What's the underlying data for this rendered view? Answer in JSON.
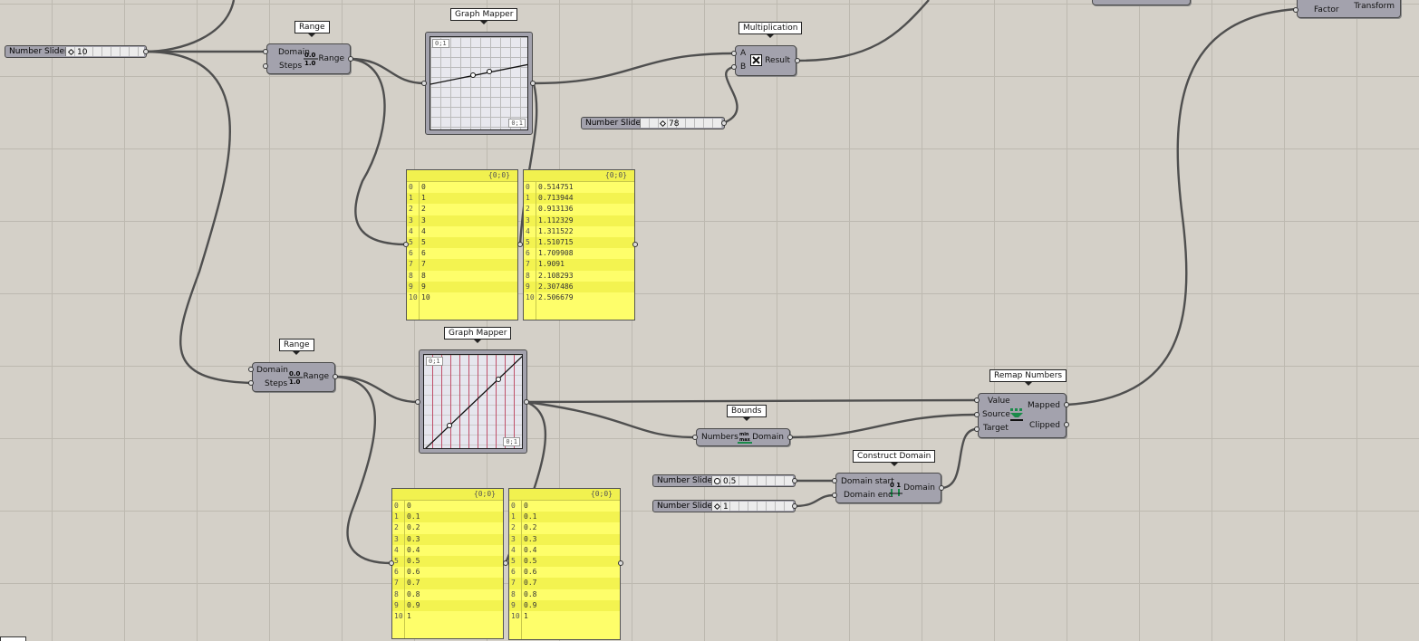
{
  "sliders": {
    "slider_top_left": {
      "name": "Number Slider",
      "value": "10"
    },
    "slider_multiply": {
      "name": "Number Slider",
      "value": "78"
    },
    "slider_domain_start": {
      "name": "Number Slider",
      "value": "0.5"
    },
    "slider_domain_end": {
      "name": "Number Slider",
      "value": "1"
    }
  },
  "range_top": {
    "tag": "Range",
    "in1": "Domain",
    "in2": "Steps",
    "out": "Range"
  },
  "range_bottom": {
    "tag": "Range",
    "in1": "Domain",
    "in2": "Steps",
    "out": "Range"
  },
  "graph_top": {
    "tag": "Graph Mapper",
    "corner_tl": "0;1",
    "corner_br": "0;1"
  },
  "graph_bottom": {
    "tag": "Graph Mapper",
    "corner_tl": "0;1",
    "corner_br": "0;1"
  },
  "multiplication": {
    "tag": "Multiplication",
    "in1": "A",
    "in2": "B",
    "out": "Result"
  },
  "bounds": {
    "tag": "Bounds",
    "in": "Numbers",
    "out": "Domain"
  },
  "construct_domain": {
    "tag": "Construct Domain",
    "in1": "Domain start",
    "in2": "Domain end",
    "out": "Domain"
  },
  "remap": {
    "tag": "Remap Numbers",
    "in1": "Value",
    "in2": "Source",
    "in3": "Target",
    "out1": "Mapped",
    "out2": "Clipped"
  },
  "top_right_node": {
    "in": "Factor",
    "out": "Transform"
  },
  "panels": {
    "p1": {
      "header": "{0;0}",
      "rows": [
        [
          "0",
          "0"
        ],
        [
          "1",
          "1"
        ],
        [
          "2",
          "2"
        ],
        [
          "3",
          "3"
        ],
        [
          "4",
          "4"
        ],
        [
          "5",
          "5"
        ],
        [
          "6",
          "6"
        ],
        [
          "7",
          "7"
        ],
        [
          "8",
          "8"
        ],
        [
          "9",
          "9"
        ],
        [
          "10",
          "10"
        ]
      ]
    },
    "p2": {
      "header": "{0;0}",
      "rows": [
        [
          "0",
          "0.514751"
        ],
        [
          "1",
          "0.713944"
        ],
        [
          "2",
          "0.913136"
        ],
        [
          "3",
          "1.112329"
        ],
        [
          "4",
          "1.311522"
        ],
        [
          "5",
          "1.510715"
        ],
        [
          "6",
          "1.709908"
        ],
        [
          "7",
          "1.9091"
        ],
        [
          "8",
          "2.108293"
        ],
        [
          "9",
          "2.307486"
        ],
        [
          "10",
          "2.506679"
        ]
      ]
    },
    "p3": {
      "header": "{0;0}",
      "rows": [
        [
          "0",
          "0"
        ],
        [
          "1",
          "0.1"
        ],
        [
          "2",
          "0.2"
        ],
        [
          "3",
          "0.3"
        ],
        [
          "4",
          "0.4"
        ],
        [
          "5",
          "0.5"
        ],
        [
          "6",
          "0.6"
        ],
        [
          "7",
          "0.7"
        ],
        [
          "8",
          "0.8"
        ],
        [
          "9",
          "0.9"
        ],
        [
          "10",
          "1"
        ]
      ]
    },
    "p4": {
      "header": "{0;0}",
      "rows": [
        [
          "0",
          "0"
        ],
        [
          "1",
          "0.1"
        ],
        [
          "2",
          "0.2"
        ],
        [
          "3",
          "0.3"
        ],
        [
          "4",
          "0.4"
        ],
        [
          "5",
          "0.5"
        ],
        [
          "6",
          "0.6"
        ],
        [
          "7",
          "0.7"
        ],
        [
          "8",
          "0.8"
        ],
        [
          "9",
          "0.9"
        ],
        [
          "10",
          "1"
        ]
      ]
    }
  },
  "colors": {
    "canvas": "#d4d0c8",
    "node": "#a3a2ad",
    "panel": "#fefe6a",
    "wire": "#555555",
    "graph_grid_red": "#c0506a"
  }
}
